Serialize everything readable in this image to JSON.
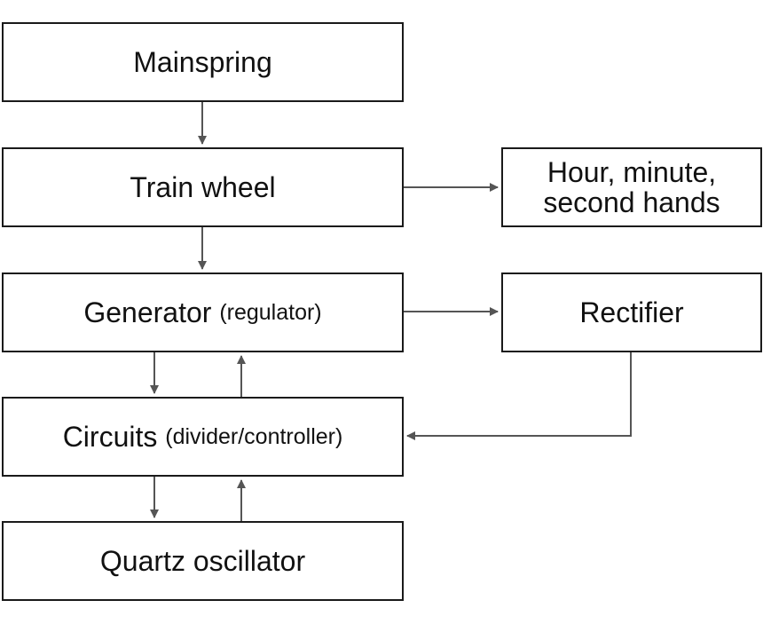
{
  "boxes": {
    "mainspring": "Mainspring",
    "train_wheel": "Train wheel",
    "hands_line1": "Hour, minute,",
    "hands_line2": "second hands",
    "generator": "Generator",
    "generator_sub": "(regulator)",
    "rectifier": "Rectifier",
    "circuits": "Circuits",
    "circuits_sub": "(divider/controller)",
    "quartz": "Quartz oscillator"
  },
  "colors": {
    "stroke": "#1a1a1a",
    "arrow": "#555555"
  }
}
